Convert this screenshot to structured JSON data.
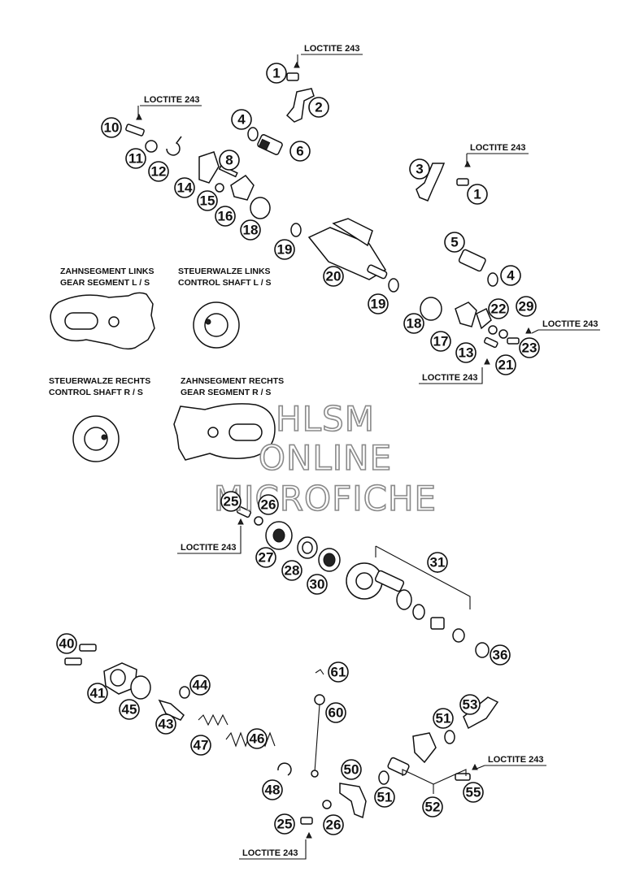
{
  "loctite_label": "LOCTITE 243",
  "captions": {
    "gear_segment_left_de": "ZAHNSEGMENT LINKS",
    "gear_segment_left_en": "GEAR SEGMENT L / S",
    "control_shaft_left_de": "STEUERWALZE LINKS",
    "control_shaft_left_en": "CONTROL SHAFT L / S",
    "control_shaft_right_de": "STEUERWALZE RECHTS",
    "control_shaft_right_en": "CONTROL SHAFT R / S",
    "gear_segment_right_de": "ZAHNSEGMENT RECHTS",
    "gear_segment_right_en": "GEAR SEGMENT R / S"
  },
  "watermark": [
    "HLSM",
    "ONLINE",
    "MICROFICHE"
  ],
  "callouts": [
    "1",
    "2",
    "4",
    "6",
    "10",
    "11",
    "12",
    "8",
    "14",
    "15",
    "16",
    "18",
    "3",
    "1",
    "5",
    "4",
    "19",
    "20",
    "19",
    "18",
    "17",
    "13",
    "22",
    "29",
    "21",
    "23",
    "25",
    "26",
    "27",
    "28",
    "30",
    "31",
    "36",
    "40",
    "41",
    "45",
    "44",
    "43",
    "47",
    "46",
    "48",
    "61",
    "60",
    "50",
    "25",
    "26",
    "51",
    "51",
    "52",
    "53",
    "55"
  ],
  "colors": {
    "ink": "#111111",
    "watermark": "#8a8a8a",
    "paper": "#ffffff"
  }
}
